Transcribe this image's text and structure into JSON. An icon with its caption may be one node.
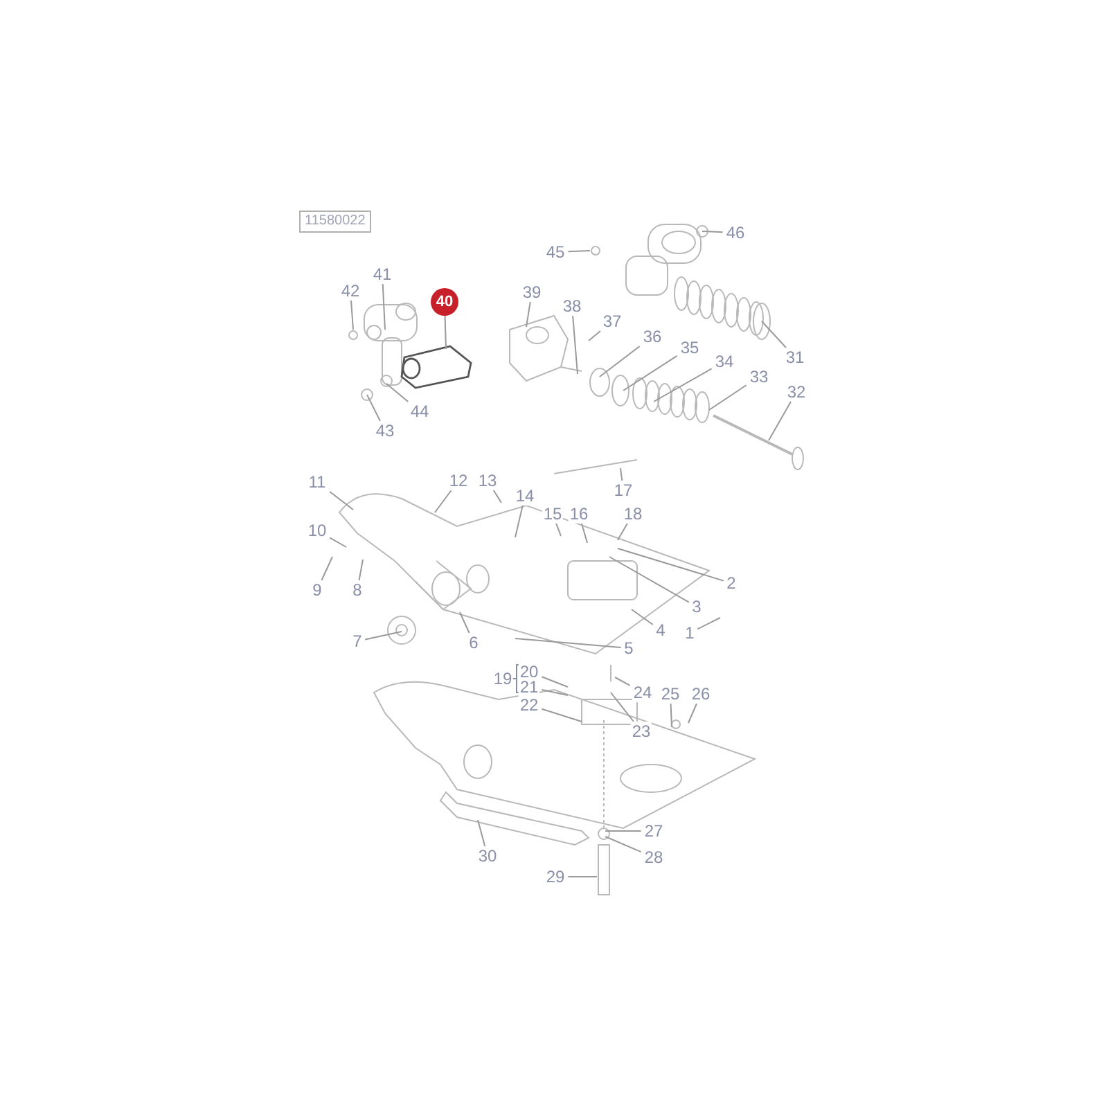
{
  "diagram": {
    "nodes": [
      {
        "text": [
          "41"
        ]
      },
      {
        "text": [
          "42"
        ]
      },
      {
        "text": [
          "40"
        ]
      },
      {
        "text": [
          "44"
        ]
      },
      {
        "text": [
          "43"
        ]
      },
      {
        "text": [
          "46"
        ]
      },
      {
        "text": [
          "45"
        ]
      },
      {
        "text": [
          "39"
        ]
      },
      {
        "text": [
          "38"
        ]
      },
      {
        "text": [
          "37"
        ]
      },
      {
        "text": [
          "36"
        ]
      },
      {
        "text": [
          "35"
        ]
      },
      {
        "text": [
          "34"
        ]
      },
      {
        "text": [
          "31"
        ]
      },
      {
        "text": [
          "33"
        ]
      },
      {
        "text": [
          "32"
        ]
      },
      {
        "text": [
          "11"
        ]
      },
      {
        "text": [
          "12"
        ]
      },
      {
        "text": [
          "13"
        ]
      },
      {
        "text": [
          "14"
        ]
      },
      {
        "text": [
          "17"
        ]
      },
      {
        "text": [
          "15"
        ]
      },
      {
        "text": [
          "16"
        ]
      },
      {
        "text": [
          "18"
        ]
      },
      {
        "text": [
          "10"
        ]
      },
      {
        "text": [
          "2"
        ]
      },
      {
        "text": [
          "9"
        ]
      },
      {
        "text": [
          "8"
        ]
      },
      {
        "text": [
          "3"
        ]
      },
      {
        "text": [
          "1"
        ]
      },
      {
        "text": [
          "4"
        ]
      },
      {
        "text": [
          "7"
        ]
      },
      {
        "text": [
          "6"
        ]
      },
      {
        "text": [
          "5"
        ]
      },
      {
        "text": [
          "19"
        ]
      },
      {
        "text": [
          "20"
        ]
      },
      {
        "text": [
          "21"
        ]
      },
      {
        "text": [
          "24"
        ]
      },
      {
        "text": [
          "25"
        ]
      },
      {
        "text": [
          "26"
        ]
      },
      {
        "text": [
          "22"
        ]
      },
      {
        "text": [
          "23"
        ]
      },
      {
        "text": [
          "27"
        ]
      },
      {
        "text": [
          "30"
        ]
      },
      {
        "text": [
          "28"
        ]
      },
      {
        "text": [
          "29"
        ]
      }
    ],
    "edges": [
      {
        "from": 0,
        "to": null,
        "arrow": "none"
      },
      {
        "from": 1,
        "to": null,
        "arrow": "none"
      },
      {
        "from": 2,
        "to": null,
        "arrow": "none"
      },
      {
        "from": 3,
        "to": null,
        "arrow": "none"
      },
      {
        "from": 4,
        "to": null,
        "arrow": "none"
      },
      {
        "from": 5,
        "to": null,
        "arrow": "none"
      },
      {
        "from": 6,
        "to": null,
        "arrow": "none"
      },
      {
        "from": 7,
        "to": null,
        "arrow": "none"
      },
      {
        "from": 8,
        "to": null,
        "arrow": "none"
      },
      {
        "from": 9,
        "to": null,
        "arrow": "none"
      },
      {
        "from": 10,
        "to": null,
        "arrow": "none"
      },
      {
        "from": 11,
        "to": null,
        "arrow": "none"
      },
      {
        "from": 12,
        "to": null,
        "arrow": "none"
      },
      {
        "from": 13,
        "to": null,
        "arrow": "none"
      },
      {
        "from": 14,
        "to": null,
        "arrow": "none"
      },
      {
        "from": 15,
        "to": null,
        "arrow": "none"
      },
      {
        "from": 16,
        "to": null,
        "arrow": "none"
      },
      {
        "from": 17,
        "to": null,
        "arrow": "none"
      },
      {
        "from": 18,
        "to": null,
        "arrow": "none"
      },
      {
        "from": 19,
        "to": null,
        "arrow": "none"
      },
      {
        "from": 20,
        "to": null,
        "arrow": "none"
      },
      {
        "from": 21,
        "to": null,
        "arrow": "none"
      },
      {
        "from": 22,
        "to": null,
        "arrow": "none"
      },
      {
        "from": 23,
        "to": null,
        "arrow": "none"
      },
      {
        "from": 24,
        "to": null,
        "arrow": "none"
      },
      {
        "from": 25,
        "to": null,
        "arrow": "none"
      },
      {
        "from": 26,
        "to": null,
        "arrow": "none"
      },
      {
        "from": 27,
        "to": null,
        "arrow": "none"
      },
      {
        "from": 28,
        "to": null,
        "arrow": "none"
      },
      {
        "from": 29,
        "to": null,
        "arrow": "none"
      },
      {
        "from": 30,
        "to": null,
        "arrow": "none"
      },
      {
        "from": 31,
        "to": null,
        "arrow": "none"
      },
      {
        "from": 32,
        "to": null,
        "arrow": "none"
      },
      {
        "from": 33,
        "to": null,
        "arrow": "none"
      },
      {
        "from": 35,
        "to": null,
        "arrow": "none"
      },
      {
        "from": 36,
        "to": null,
        "arrow": "none"
      },
      {
        "from": 37,
        "to": null,
        "arrow": "none"
      },
      {
        "from": 38,
        "to": null,
        "arrow": "none"
      },
      {
        "from": 39,
        "to": null,
        "arrow": "none"
      },
      {
        "from": 40,
        "to": null,
        "arrow": "none"
      },
      {
        "from": 41,
        "to": null,
        "arrow": "none"
      },
      {
        "from": 42,
        "to": null,
        "arrow": "none"
      },
      {
        "from": 43,
        "to": null,
        "arrow": "none"
      },
      {
        "from": 44,
        "to": null,
        "arrow": "none"
      },
      {
        "from": 45,
        "to": null,
        "arrow": "none"
      }
    ],
    "labels": [
      "11580022"
    ]
  }
}
